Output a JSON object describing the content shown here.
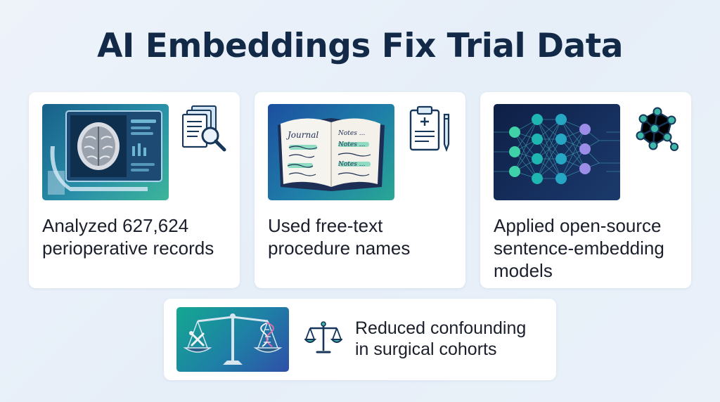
{
  "page": {
    "title": "AI Embeddings Fix Trial Data"
  },
  "cards": [
    {
      "panel_icon": "brain-scan-monitor-icon",
      "side_icon": "documents-search-icon",
      "lines": [
        "Analyzed 627,624",
        "perioperative records"
      ]
    },
    {
      "panel_icon": "open-journal-icon",
      "panel_text": {
        "heading": "Journal",
        "notes": [
          "Notes ...",
          "Notes ...",
          "Notes ..."
        ]
      },
      "side_icon": "clipboard-pen-icon",
      "lines": [
        "Used free-text",
        "procedure names"
      ]
    },
    {
      "panel_icon": "neural-network-icon",
      "side_icon": "network-graph-icon",
      "lines": [
        "Applied open-source",
        "sentence-embedding",
        "models"
      ]
    },
    {
      "panel_icon": "balance-scale-dna-icon",
      "side_icon": "scale-icon",
      "lines": [
        "Reduced confounding",
        "in surgical cohorts"
      ]
    }
  ],
  "colors": {
    "title": "#122a47",
    "text": "#1a1f2b",
    "accent_teal": "#2aa795",
    "accent_blue": "#1c4fa0",
    "icon_stroke": "#16365a"
  }
}
